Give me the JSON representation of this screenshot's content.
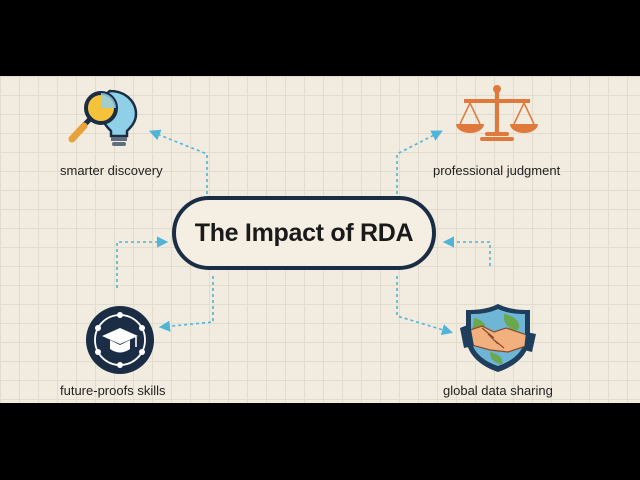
{
  "diagram": {
    "center": {
      "title": "The Impact of RDA"
    },
    "nodes": [
      {
        "id": "discovery",
        "label": "smarter discovery",
        "icon": "magnifier-lightbulb-icon"
      },
      {
        "id": "judgment",
        "label": "professional judgment",
        "icon": "scales-icon"
      },
      {
        "id": "skills",
        "label": "future-proofs skills",
        "icon": "graduation-cap-network-icon"
      },
      {
        "id": "sharing",
        "label": "global data sharing",
        "icon": "handshake-globe-shield-icon"
      }
    ]
  },
  "colors": {
    "background": "#f1ecdf",
    "grid": "#e2dccd",
    "center_border": "#1b2d45",
    "connector": "#4fb4d8",
    "scales": "#e07a3c",
    "magnifier_lens": "#f5c33b",
    "bulb": "#8fd0e8",
    "skills_badge": "#1b2d45",
    "shield": "#1f3d5c"
  }
}
